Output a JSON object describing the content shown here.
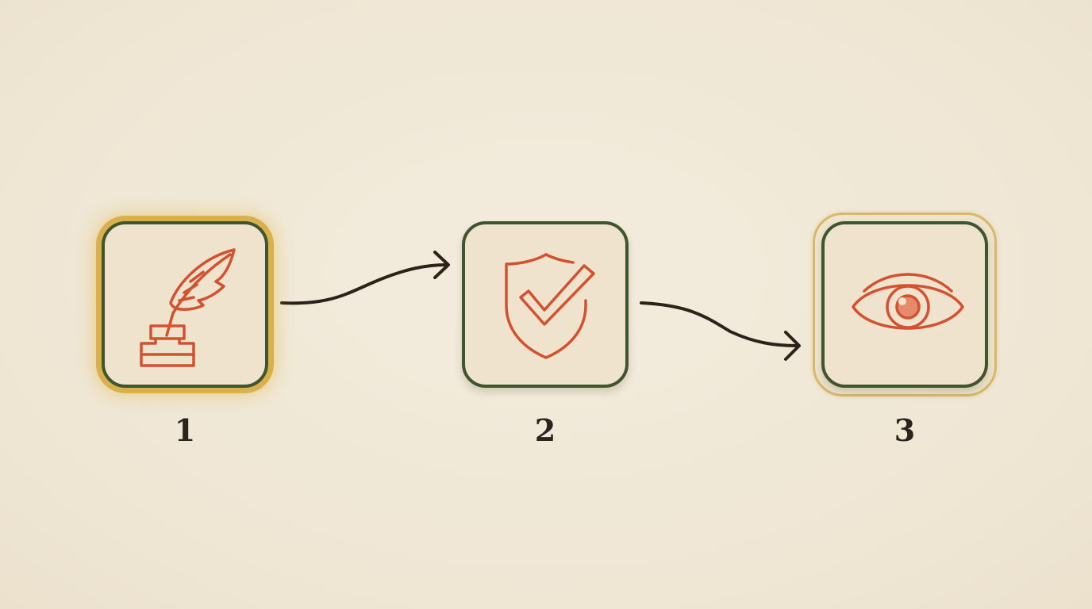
{
  "steps": [
    {
      "number": "1",
      "icon": "quill-inkwell-icon",
      "highlight": "glow"
    },
    {
      "number": "2",
      "icon": "shield-check-icon",
      "highlight": "none"
    },
    {
      "number": "3",
      "icon": "eye-icon",
      "highlight": "ring"
    }
  ],
  "colors": {
    "background": "#f1e9d9",
    "tile_fill": "#efe3cd",
    "tile_border": "#3f5530",
    "icon_stroke": "#d4512f",
    "arrow": "#2e2119",
    "glow": "#d9b04c",
    "number": "#2b231c"
  }
}
